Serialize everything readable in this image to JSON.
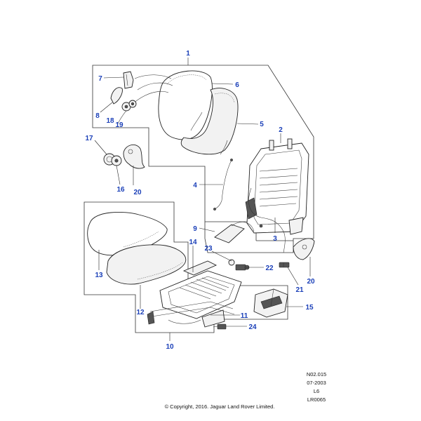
{
  "callouts": {
    "c1": "1",
    "c2": "2",
    "c3": "3",
    "c4": "4",
    "c5": "5",
    "c6": "6",
    "c7": "7",
    "c8": "8",
    "c9": "9",
    "c10": "10",
    "c11": "11",
    "c12": "12",
    "c13": "13",
    "c14": "14",
    "c15": "15",
    "c16": "16",
    "c17": "17",
    "c18": "18",
    "c19": "19",
    "c20a": "20",
    "c20b": "20",
    "c21": "21",
    "c22": "22",
    "c23": "23",
    "c24": "24"
  },
  "meta": {
    "ref": "N02.015",
    "date": "07-2003",
    "code": "L6",
    "illustration": "LR0065",
    "copyright": "© Copyright, 2016. Jaguar Land Rover Limited."
  },
  "colors": {
    "callout": "#1a3fb8",
    "line": "#222222"
  }
}
